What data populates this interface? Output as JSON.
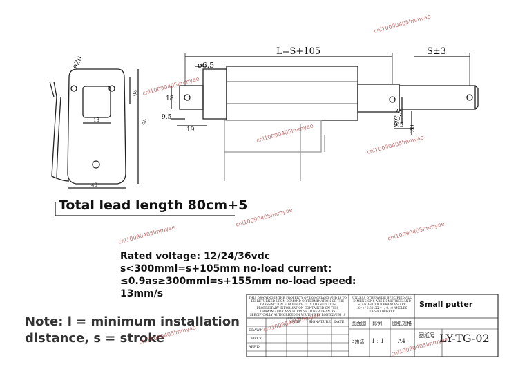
{
  "lead_text": "Total lead length 80cm+5",
  "specs": [
    "Rated voltage: 12/24/36vdc",
    "s<300mml=s+105mm no-load current:",
    "≤0.9as≥300mml=s+155mm no-load speed:",
    "13mm/s"
  ],
  "note": [
    "Note: l = minimum installation",
    "distance, s = stroke"
  ],
  "dimensions": {
    "length": "L=S+105",
    "stroke": "S±3",
    "hole_rear": "ø6.5",
    "hole_front": "ø6.5",
    "d20": "ø20",
    "d18": "18",
    "d9_5_a": "9.5",
    "d19": "19",
    "d9_5_b": "9.5",
    "d20_right": "20",
    "side_20": "20",
    "side_18": "18",
    "side_75": "75",
    "side_40": "40"
  },
  "title_block": {
    "disclaimer": "THIS DRAWING IS THE PROPERTY OF LONGXIANG AND IS TO BE RETURNED UPON DEMAND OR TERMINATION OF THE TRANSACTION FOR WHICH IT IS LOANED. IT IS PROPRIETARY INFORMATION CONTAINED ON THIS DRAWING FOR ANY PURPOSE OTHER THAN AS SPECIFICALLY AUTHORIZED IN WRITING BY LONGXIANG IS PROHIBITED",
    "tolerance": "UNLESS OTHERWISE SPECIFIED ALL DIMENSIONS ARE IN METRICS AND STANDARD TOLERANCES ARE .X=+/-0.30 .XX=+/-0.10 ANGLES =+/-3.0 DEGREE",
    "product": "Small putter",
    "col_name": "NAME",
    "col_signature": "SIGNATURE",
    "col_date": "DATE",
    "row_drawn": "DRAWN",
    "row_check": "CHECK",
    "row_appd": "APP'D",
    "lbl_drawing_no": "图纸号",
    "drawing_no": "LY-TG-02",
    "lbl_view": "3角法",
    "scale": "1 : 1",
    "lbl_scale": "比例",
    "lbl_size": "图纸规格",
    "size": "A4",
    "lbl_angle": "图面图"
  },
  "watermark": "cnl10090405lmmyae"
}
